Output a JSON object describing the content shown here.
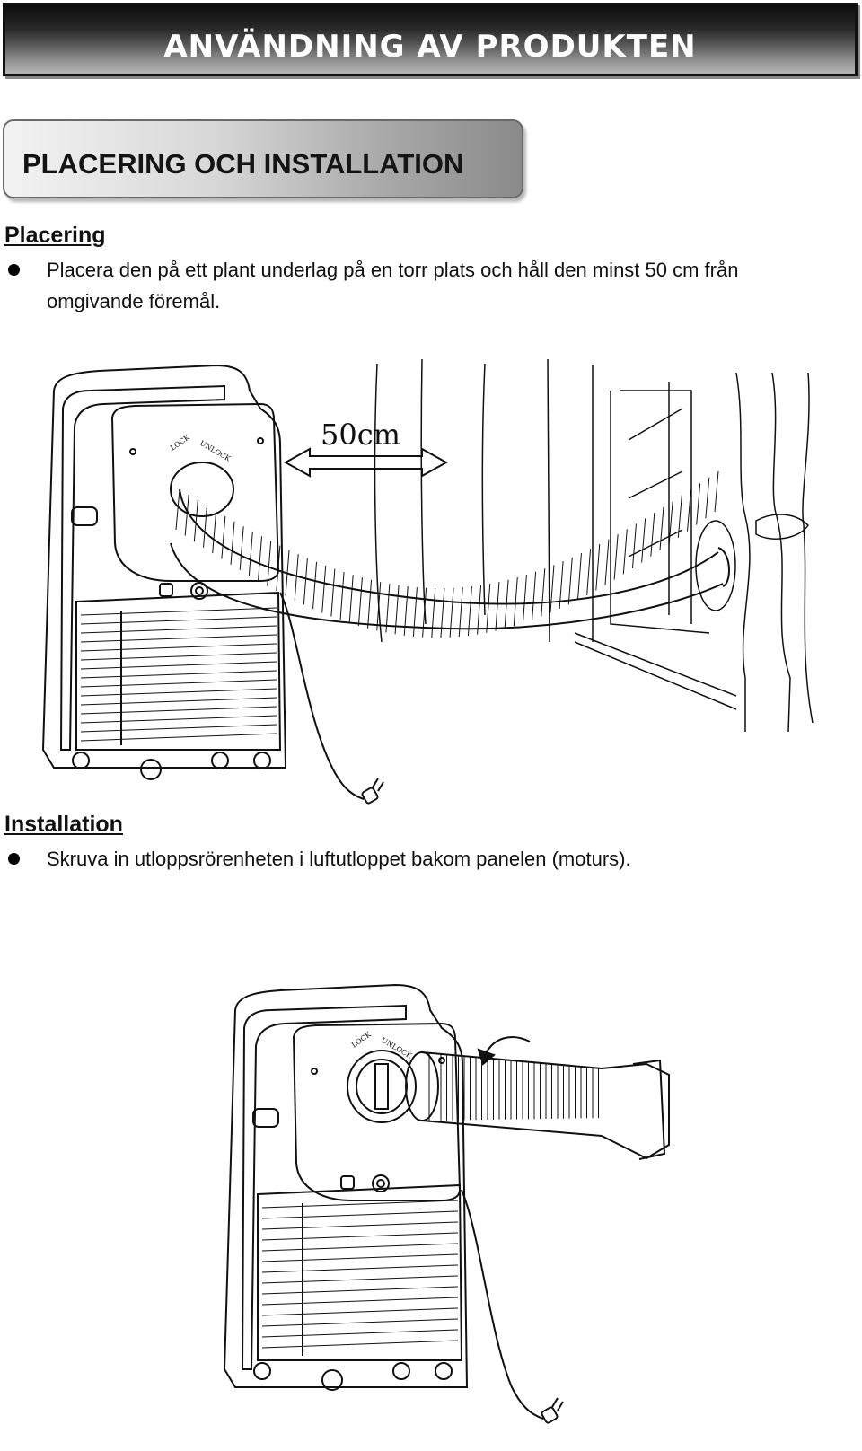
{
  "header": {
    "title": "ANVÄNDNING AV PRODUKTEN"
  },
  "section": {
    "title": "PLACERING OCH INSTALLATION"
  },
  "placement": {
    "heading": "Placering",
    "line1": "Placera den på ett plant underlag på en torr plats och håll den minst 50 cm från",
    "line2": "omgivande föremål."
  },
  "figure1": {
    "distance_label": "50cm",
    "lock_label": "LOCK",
    "unlock_label": "UNLOCK"
  },
  "installation": {
    "heading": "Installation",
    "text": "Skruva in utloppsrörenheten i luftutloppet bakom panelen (moturs)."
  },
  "figure2": {
    "lock_label": "LOCK",
    "unlock_label": "UNLOCK"
  },
  "icons": [
    "bullet-icon",
    "double-arrow-icon",
    "rotation-arrow-icon",
    "plug-icon"
  ]
}
